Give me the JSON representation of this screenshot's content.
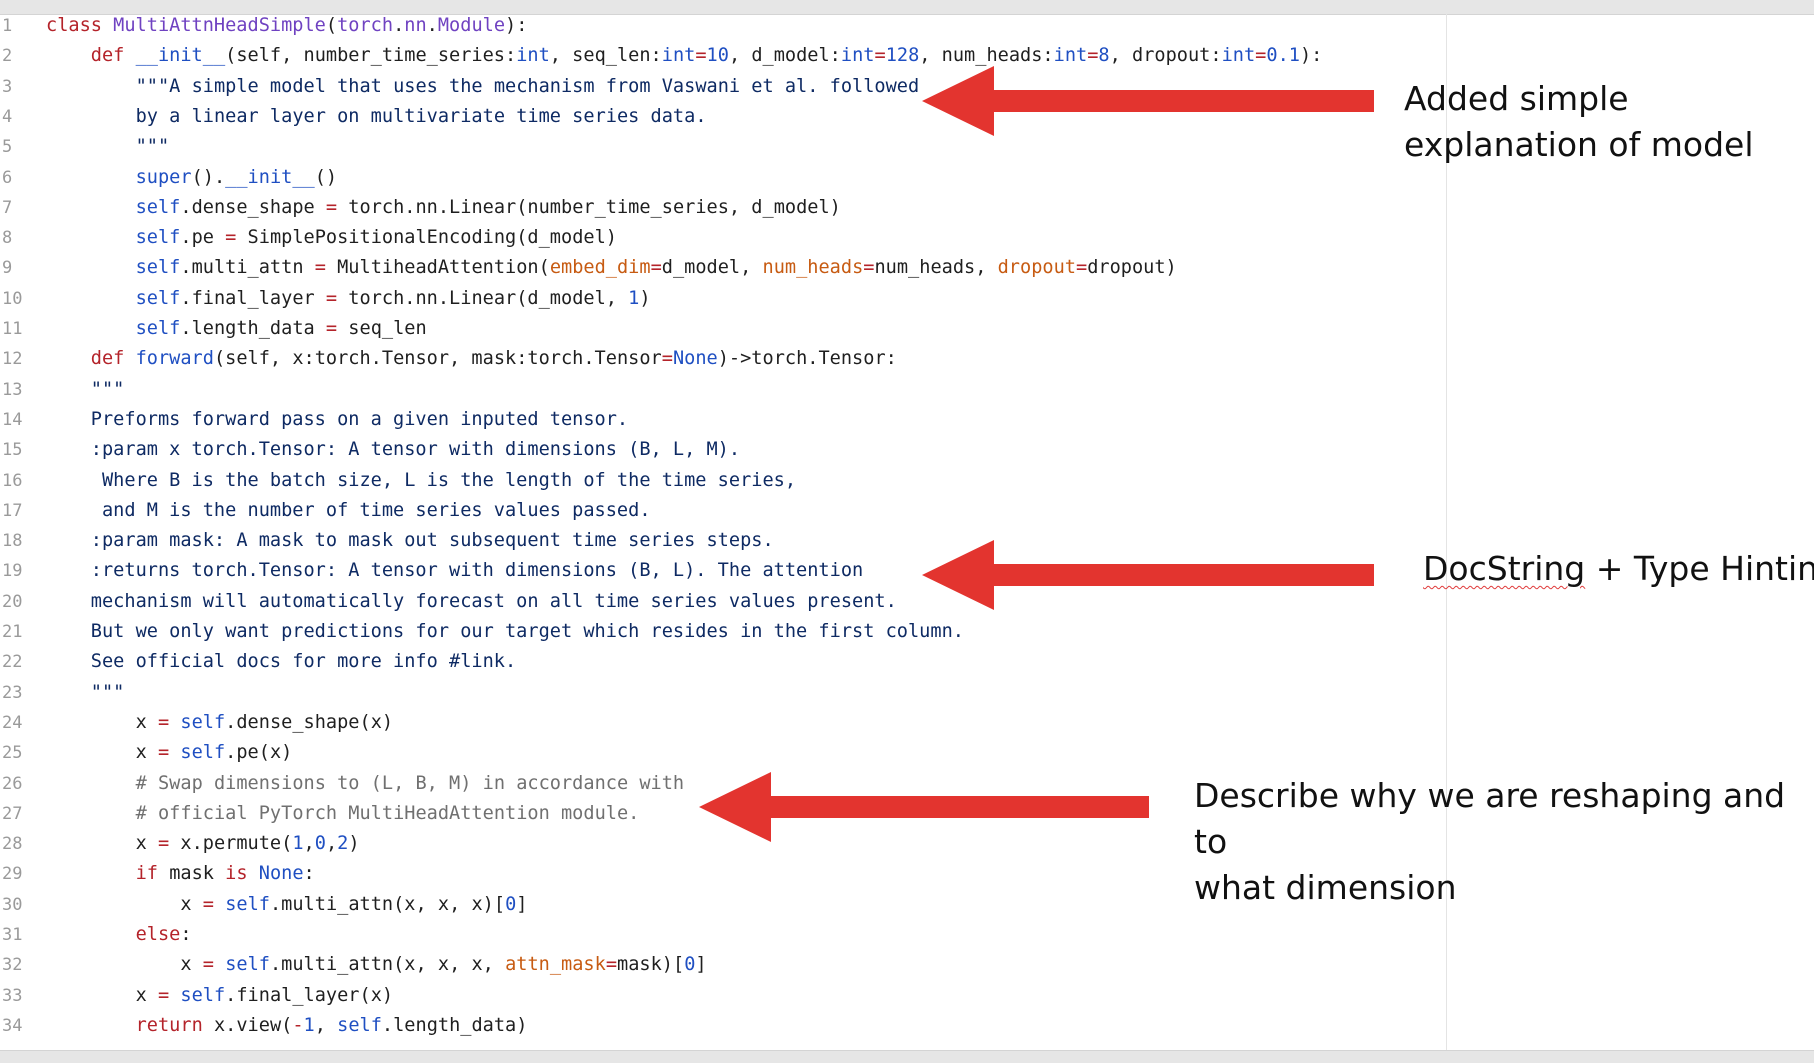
{
  "editor": {
    "lines": [
      {
        "n": "1",
        "indent": 0,
        "tokens": [
          [
            "kw",
            "class "
          ],
          [
            "cls",
            "MultiAttnHeadSimple"
          ],
          [
            "txt",
            "("
          ],
          [
            "cls",
            "torch"
          ],
          [
            "txt",
            "."
          ],
          [
            "cls",
            "nn"
          ],
          [
            "txt",
            "."
          ],
          [
            "cls",
            "Module"
          ],
          [
            "txt",
            "):"
          ]
        ]
      },
      {
        "n": "2",
        "indent": 4,
        "tokens": [
          [
            "kw",
            "def "
          ],
          [
            "fn",
            "__init__"
          ],
          [
            "txt",
            "(self, number_time_series:"
          ],
          [
            "type",
            "int"
          ],
          [
            "txt",
            ", seq_len:"
          ],
          [
            "type",
            "int"
          ],
          [
            "op",
            "="
          ],
          [
            "num",
            "10"
          ],
          [
            "txt",
            ", d_model:"
          ],
          [
            "type",
            "int"
          ],
          [
            "op",
            "="
          ],
          [
            "num",
            "128"
          ],
          [
            "txt",
            ", num_heads:"
          ],
          [
            "type",
            "int"
          ],
          [
            "op",
            "="
          ],
          [
            "num",
            "8"
          ],
          [
            "txt",
            ", dropout:"
          ],
          [
            "type",
            "int"
          ],
          [
            "op",
            "="
          ],
          [
            "num",
            "0.1"
          ],
          [
            "txt",
            "):"
          ]
        ]
      },
      {
        "n": "3",
        "indent": 8,
        "tokens": [
          [
            "doc",
            "\"\"\"A simple model that uses the mechanism from Vaswani et al. followed"
          ]
        ]
      },
      {
        "n": "4",
        "indent": 8,
        "tokens": [
          [
            "doc",
            "by a linear layer on multivariate time series data."
          ]
        ]
      },
      {
        "n": "5",
        "indent": 8,
        "tokens": [
          [
            "doc",
            "\"\"\""
          ]
        ]
      },
      {
        "n": "6",
        "indent": 8,
        "tokens": [
          [
            "fn",
            "super"
          ],
          [
            "txt",
            "()."
          ],
          [
            "fn",
            "__init__"
          ],
          [
            "txt",
            "()"
          ]
        ]
      },
      {
        "n": "7",
        "indent": 8,
        "tokens": [
          [
            "self",
            "self"
          ],
          [
            "txt",
            ".dense_shape "
          ],
          [
            "op",
            "="
          ],
          [
            "txt",
            " torch.nn.Linear(number_time_series, d_model)"
          ]
        ]
      },
      {
        "n": "8",
        "indent": 8,
        "tokens": [
          [
            "self",
            "self"
          ],
          [
            "txt",
            ".pe "
          ],
          [
            "op",
            "="
          ],
          [
            "txt",
            " SimplePositionalEncoding(d_model)"
          ]
        ]
      },
      {
        "n": "9",
        "indent": 8,
        "tokens": [
          [
            "self",
            "self"
          ],
          [
            "txt",
            ".multi_attn "
          ],
          [
            "op",
            "="
          ],
          [
            "txt",
            " MultiheadAttention("
          ],
          [
            "kwarg",
            "embed_dim"
          ],
          [
            "op",
            "="
          ],
          [
            "txt",
            "d_model, "
          ],
          [
            "kwarg",
            "num_heads"
          ],
          [
            "op",
            "="
          ],
          [
            "txt",
            "num_heads, "
          ],
          [
            "kwarg",
            "dropout"
          ],
          [
            "op",
            "="
          ],
          [
            "txt",
            "dropout)"
          ]
        ]
      },
      {
        "n": "10",
        "indent": 8,
        "tokens": [
          [
            "self",
            "self"
          ],
          [
            "txt",
            ".final_layer "
          ],
          [
            "op",
            "="
          ],
          [
            "txt",
            " torch.nn.Linear(d_model, "
          ],
          [
            "num",
            "1"
          ],
          [
            "txt",
            ")"
          ]
        ]
      },
      {
        "n": "11",
        "indent": 8,
        "tokens": [
          [
            "self",
            "self"
          ],
          [
            "txt",
            ".length_data "
          ],
          [
            "op",
            "="
          ],
          [
            "txt",
            " seq_len"
          ]
        ]
      },
      {
        "n": "12",
        "indent": 4,
        "tokens": [
          [
            "kw",
            "def "
          ],
          [
            "fn",
            "forward"
          ],
          [
            "txt",
            "(self, x:torch.Tensor, mask:torch.Tensor"
          ],
          [
            "op",
            "="
          ],
          [
            "num",
            "None"
          ],
          [
            "txt",
            ")->torch.Tensor:"
          ]
        ]
      },
      {
        "n": "13",
        "indent": 4,
        "tokens": [
          [
            "doc",
            "\"\"\""
          ]
        ]
      },
      {
        "n": "14",
        "indent": 4,
        "tokens": [
          [
            "doc",
            "Preforms forward pass on a given inputed tensor."
          ]
        ]
      },
      {
        "n": "15",
        "indent": 4,
        "tokens": [
          [
            "doc",
            ":param x torch.Tensor: A tensor with dimensions (B, L, M)."
          ]
        ]
      },
      {
        "n": "16",
        "indent": 4,
        "tokens": [
          [
            "doc",
            " Where B is the batch size, L is the length of the time series,"
          ]
        ]
      },
      {
        "n": "17",
        "indent": 4,
        "tokens": [
          [
            "doc",
            " and M is the number of time series values passed."
          ]
        ]
      },
      {
        "n": "18",
        "indent": 4,
        "tokens": [
          [
            "doc",
            ":param mask: A mask to mask out subsequent time series steps."
          ]
        ]
      },
      {
        "n": "19",
        "indent": 4,
        "tokens": [
          [
            "doc",
            ":returns torch.Tensor: A tensor with dimensions (B, L). The attention"
          ]
        ]
      },
      {
        "n": "20",
        "indent": 4,
        "tokens": [
          [
            "doc",
            "mechanism will automatically forecast on all time series values present."
          ]
        ]
      },
      {
        "n": "21",
        "indent": 4,
        "tokens": [
          [
            "doc",
            "But we only want predictions for our target which resides in the first column."
          ]
        ]
      },
      {
        "n": "22",
        "indent": 4,
        "tokens": [
          [
            "doc",
            "See official docs for more info #link."
          ]
        ]
      },
      {
        "n": "23",
        "indent": 4,
        "tokens": [
          [
            "doc",
            "\"\"\""
          ]
        ]
      },
      {
        "n": "24",
        "indent": 8,
        "tokens": [
          [
            "txt",
            "x "
          ],
          [
            "op",
            "="
          ],
          [
            "txt",
            " "
          ],
          [
            "self",
            "self"
          ],
          [
            "txt",
            ".dense_shape(x)"
          ]
        ]
      },
      {
        "n": "25",
        "indent": 8,
        "tokens": [
          [
            "txt",
            "x "
          ],
          [
            "op",
            "="
          ],
          [
            "txt",
            " "
          ],
          [
            "self",
            "self"
          ],
          [
            "txt",
            ".pe(x)"
          ]
        ]
      },
      {
        "n": "26",
        "indent": 8,
        "tokens": [
          [
            "cmt",
            "# Swap dimensions to (L, B, M) in accordance with"
          ]
        ]
      },
      {
        "n": "27",
        "indent": 8,
        "tokens": [
          [
            "cmt",
            "# official PyTorch MultiHeadAttention module."
          ]
        ]
      },
      {
        "n": "28",
        "indent": 8,
        "tokens": [
          [
            "txt",
            "x "
          ],
          [
            "op",
            "="
          ],
          [
            "txt",
            " x.permute("
          ],
          [
            "num",
            "1"
          ],
          [
            "txt",
            ","
          ],
          [
            "num",
            "0"
          ],
          [
            "txt",
            ","
          ],
          [
            "num",
            "2"
          ],
          [
            "txt",
            ")"
          ]
        ]
      },
      {
        "n": "29",
        "indent": 8,
        "tokens": [
          [
            "kw",
            "if "
          ],
          [
            "txt",
            "mask "
          ],
          [
            "kw",
            "is "
          ],
          [
            "num",
            "None"
          ],
          [
            "txt",
            ":"
          ]
        ]
      },
      {
        "n": "30",
        "indent": 12,
        "tokens": [
          [
            "txt",
            "x "
          ],
          [
            "op",
            "="
          ],
          [
            "txt",
            " "
          ],
          [
            "self",
            "self"
          ],
          [
            "txt",
            ".multi_attn(x, x, x)["
          ],
          [
            "num",
            "0"
          ],
          [
            "txt",
            "]"
          ]
        ]
      },
      {
        "n": "31",
        "indent": 8,
        "tokens": [
          [
            "kw",
            "else"
          ],
          [
            "txt",
            ":"
          ]
        ]
      },
      {
        "n": "32",
        "indent": 12,
        "tokens": [
          [
            "txt",
            "x "
          ],
          [
            "op",
            "="
          ],
          [
            "txt",
            " "
          ],
          [
            "self",
            "self"
          ],
          [
            "txt",
            ".multi_attn(x, x, x, "
          ],
          [
            "kwarg",
            "attn_mask"
          ],
          [
            "op",
            "="
          ],
          [
            "txt",
            "mask)["
          ],
          [
            "num",
            "0"
          ],
          [
            "txt",
            "]"
          ]
        ]
      },
      {
        "n": "33",
        "indent": 8,
        "tokens": [
          [
            "txt",
            "x "
          ],
          [
            "op",
            "="
          ],
          [
            "txt",
            " "
          ],
          [
            "self",
            "self"
          ],
          [
            "txt",
            ".final_layer(x)"
          ]
        ]
      },
      {
        "n": "34",
        "indent": 8,
        "tokens": [
          [
            "kw",
            "return "
          ],
          [
            "txt",
            "x.view("
          ],
          [
            "op",
            "-"
          ],
          [
            "num",
            "1"
          ],
          [
            "txt",
            ", "
          ],
          [
            "self",
            "self"
          ],
          [
            "txt",
            ".length_data)"
          ]
        ]
      }
    ]
  },
  "annotations": {
    "first": "Added simple\nexplanation of model",
    "second_word": "DocString",
    "second_rest": " + Type Hinting",
    "third": "Describe why we are reshaping and to\nwhat dimension"
  },
  "colors": {
    "arrow": "#e3342f",
    "keyword": "#b4232a",
    "docstring": "#0e2a63",
    "comment": "#707070",
    "kwarg": "#c75b12",
    "builtin": "#1f4fc2"
  }
}
